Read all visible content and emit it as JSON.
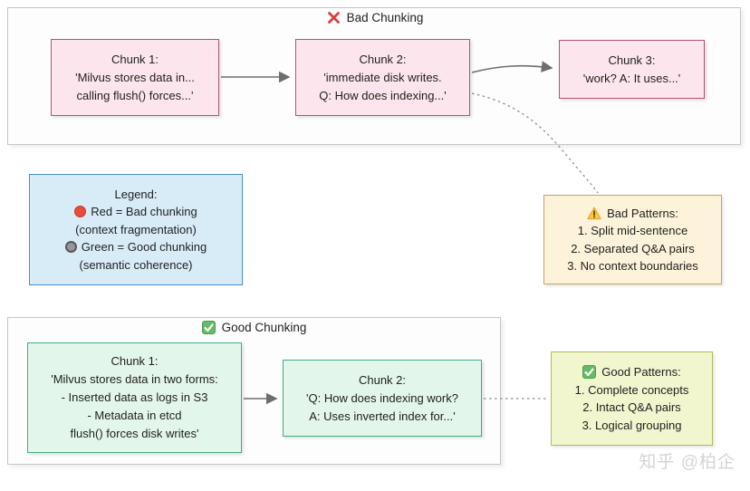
{
  "bad_section": {
    "title": "Bad Chunking",
    "chunks": [
      {
        "lines": [
          "Chunk 1:",
          "'Milvus stores data in...",
          "calling flush() forces...'"
        ]
      },
      {
        "lines": [
          "Chunk 2:",
          "'immediate disk writes.",
          "Q: How does indexing...'"
        ]
      },
      {
        "lines": [
          "Chunk 3:",
          "'work? A: It uses...'"
        ]
      }
    ]
  },
  "legend": {
    "title": "Legend:",
    "entries": [
      {
        "label": "Red = Bad chunking",
        "sub": "(context fragmentation)",
        "swatch_color": "#e94b3c"
      },
      {
        "label": "Green = Good chunking",
        "sub": "(semantic coherence)",
        "swatch_color": "#95989b"
      }
    ]
  },
  "bad_patterns": {
    "title": "Bad Patterns:",
    "items": [
      "1. Split mid-sentence",
      "2. Separated Q&A pairs",
      "3. No context boundaries"
    ]
  },
  "good_section": {
    "title": "Good Chunking",
    "chunks": [
      {
        "lines": [
          "Chunk 1:",
          "'Milvus stores data in two forms:",
          "- Inserted data as logs in S3",
          "- Metadata in etcd",
          "flush() forces disk writes'"
        ]
      },
      {
        "lines": [
          "Chunk 2:",
          "'Q: How does indexing work?",
          "A: Uses inverted index for...'"
        ]
      }
    ]
  },
  "good_patterns": {
    "title": "Good Patterns:",
    "items": [
      "1. Complete concepts",
      "2. Intact Q&A pairs",
      "3. Logical grouping"
    ]
  },
  "watermark": "知乎 @柏企",
  "colors": {
    "bad_chunk_fill": "#fce5ec",
    "bad_chunk_border": "#b2556e",
    "good_chunk_fill": "#e3f6eb",
    "good_chunk_border": "#3fb07e",
    "legend_fill": "#d8ecf8",
    "legend_border": "#4690c6",
    "bad_patterns_fill": "#fdf3da",
    "bad_patterns_border": "#c7a45a",
    "good_patterns_fill": "#f1f6ce",
    "good_patterns_border": "#b4bb5a",
    "container_border": "#c6c6c6",
    "arrow_gray": "#6e6e6e",
    "bad_icon_red": "#d6403a",
    "good_icon_green": "#66bb6a",
    "warning_yellow": "#ffc83d",
    "watermark_gray": "#d4d4d4"
  }
}
